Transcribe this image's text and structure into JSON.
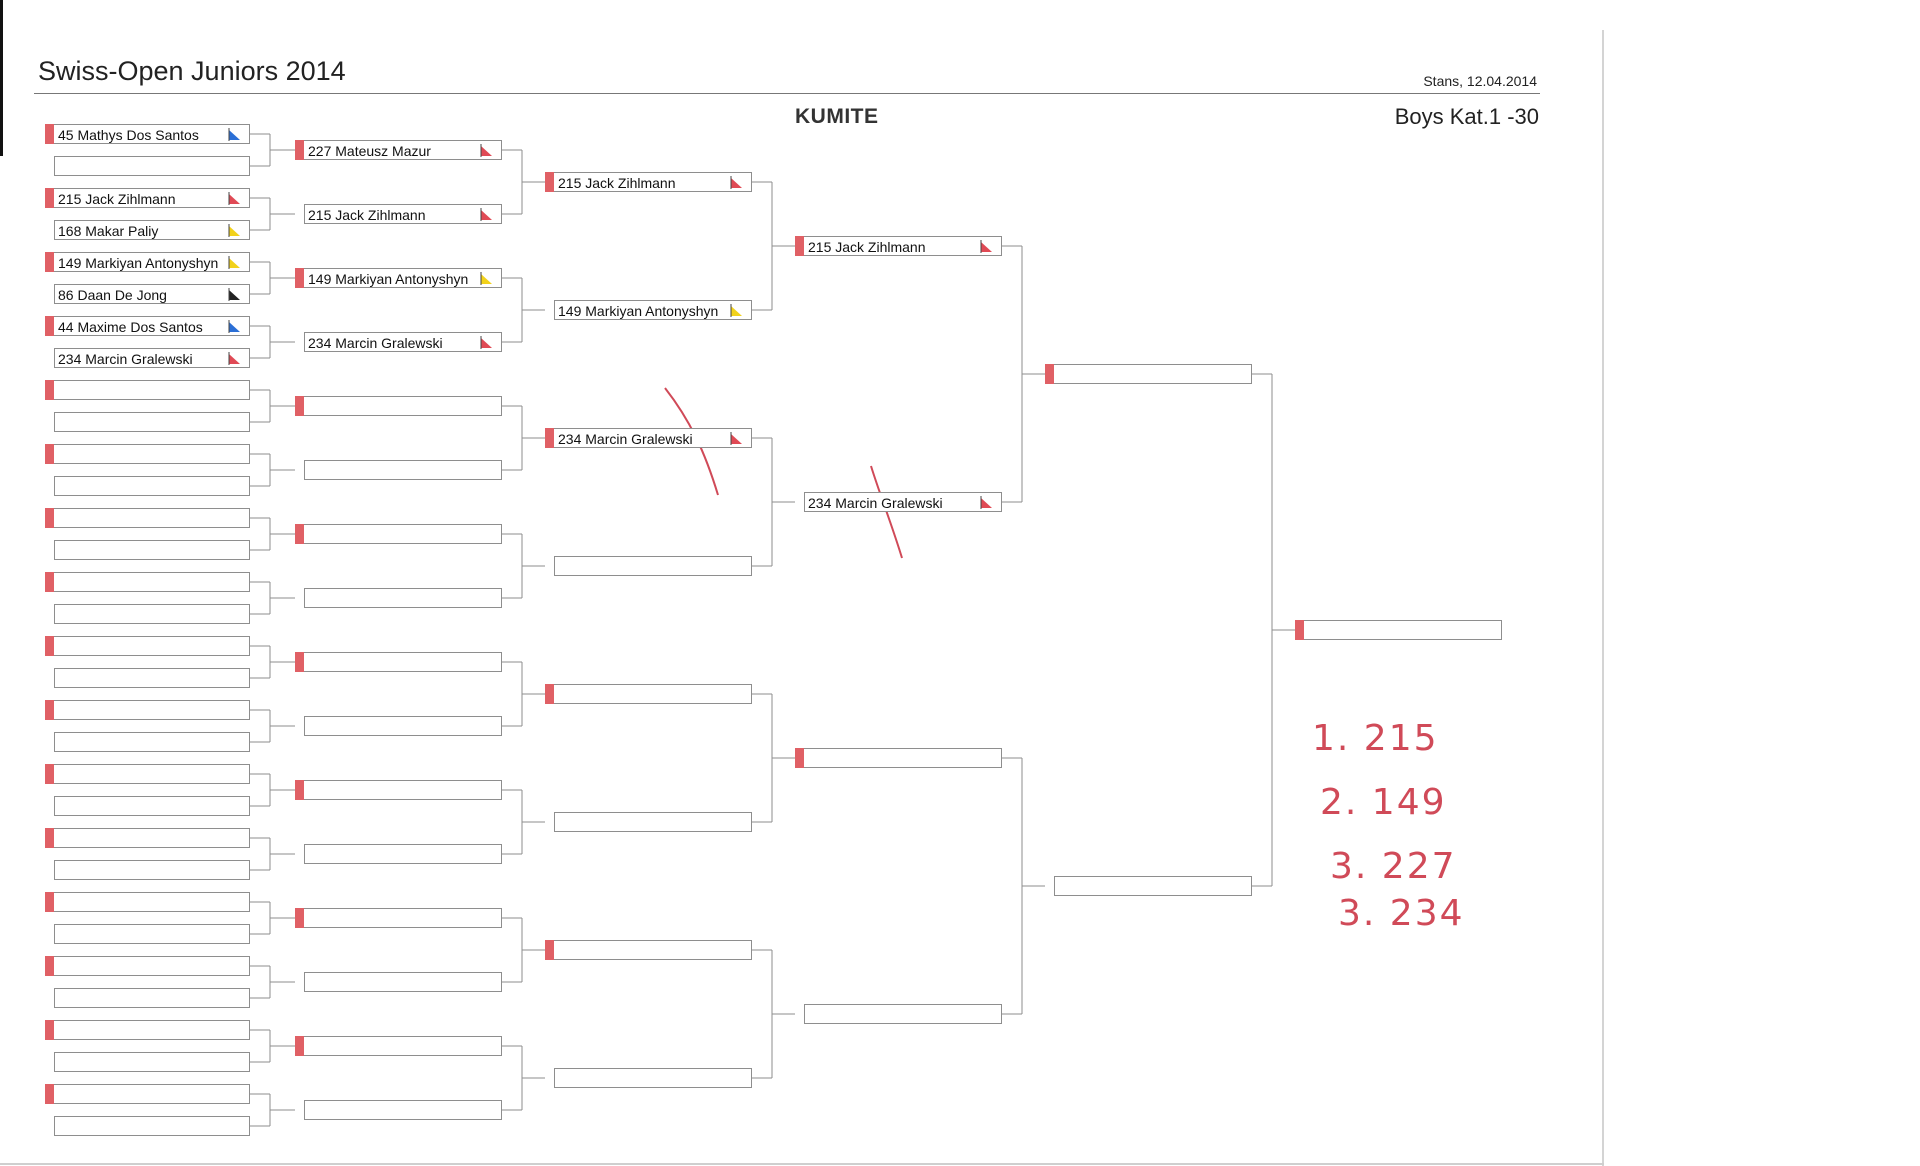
{
  "header": {
    "title": "Swiss-Open Juniors 2014",
    "place_date": "Stans, 12.04.2014",
    "discipline": "KUMITE",
    "category": "Boys Kat.1  -30"
  },
  "rounds": [
    {
      "round": 1,
      "slots": [
        {
          "name": "45 Mathys Dos Santos",
          "flag": "flag-icon-blue"
        },
        {
          "name": "",
          "flag": ""
        },
        {
          "name": "215 Jack Zihlmann",
          "flag": "flag-icon-red"
        },
        {
          "name": "168 Makar Paliy",
          "flag": "flag-icon-yellow"
        },
        {
          "name": "149 Markiyan Antonyshyn",
          "flag": "flag-icon-yellow"
        },
        {
          "name": "86 Daan De Jong",
          "flag": "flag-icon-black"
        },
        {
          "name": "44 Maxime Dos Santos",
          "flag": "flag-icon-blue"
        },
        {
          "name": "234 Marcin Gralewski",
          "flag": "flag-icon-red"
        },
        {
          "name": "",
          "flag": ""
        },
        {
          "name": "",
          "flag": ""
        },
        {
          "name": "",
          "flag": ""
        },
        {
          "name": "",
          "flag": ""
        },
        {
          "name": "",
          "flag": ""
        },
        {
          "name": "",
          "flag": ""
        },
        {
          "name": "",
          "flag": ""
        },
        {
          "name": "",
          "flag": ""
        },
        {
          "name": "",
          "flag": ""
        },
        {
          "name": "",
          "flag": ""
        },
        {
          "name": "",
          "flag": ""
        },
        {
          "name": "",
          "flag": ""
        },
        {
          "name": "",
          "flag": ""
        },
        {
          "name": "",
          "flag": ""
        },
        {
          "name": "",
          "flag": ""
        },
        {
          "name": "",
          "flag": ""
        },
        {
          "name": "",
          "flag": ""
        },
        {
          "name": "",
          "flag": ""
        },
        {
          "name": "",
          "flag": ""
        },
        {
          "name": "",
          "flag": ""
        },
        {
          "name": "",
          "flag": ""
        },
        {
          "name": "",
          "flag": ""
        },
        {
          "name": "",
          "flag": ""
        },
        {
          "name": "",
          "flag": ""
        }
      ]
    },
    {
      "round": 2,
      "slots": [
        {
          "name": "227 Mateusz Mazur",
          "flag": "flag-icon-red"
        },
        {
          "name": "215 Jack Zihlmann",
          "flag": "flag-icon-red"
        },
        {
          "name": "149 Markiyan Antonyshyn",
          "flag": "flag-icon-yellow"
        },
        {
          "name": "234 Marcin Gralewski",
          "flag": "flag-icon-red"
        },
        {
          "name": "",
          "flag": ""
        },
        {
          "name": "",
          "flag": ""
        },
        {
          "name": "",
          "flag": ""
        },
        {
          "name": "",
          "flag": ""
        },
        {
          "name": "",
          "flag": ""
        },
        {
          "name": "",
          "flag": ""
        },
        {
          "name": "",
          "flag": ""
        },
        {
          "name": "",
          "flag": ""
        },
        {
          "name": "",
          "flag": ""
        },
        {
          "name": "",
          "flag": ""
        },
        {
          "name": "",
          "flag": ""
        },
        {
          "name": "",
          "flag": ""
        }
      ]
    },
    {
      "round": 3,
      "slots": [
        {
          "name": "215 Jack Zihlmann",
          "flag": "flag-icon-red"
        },
        {
          "name": "149 Markiyan Antonyshyn",
          "flag": "flag-icon-yellow"
        },
        {
          "name": "234 Marcin Gralewski",
          "flag": "flag-icon-red"
        },
        {
          "name": "",
          "flag": ""
        },
        {
          "name": "",
          "flag": ""
        },
        {
          "name": "",
          "flag": ""
        },
        {
          "name": "",
          "flag": ""
        },
        {
          "name": "",
          "flag": ""
        }
      ]
    },
    {
      "round": 4,
      "slots": [
        {
          "name": "215 Jack Zihlmann",
          "flag": "flag-icon-red"
        },
        {
          "name": "234 Marcin Gralewski",
          "flag": "flag-icon-red"
        },
        {
          "name": "",
          "flag": ""
        },
        {
          "name": "",
          "flag": ""
        }
      ]
    },
    {
      "round": 5,
      "slots": [
        {
          "name": "",
          "flag": ""
        },
        {
          "name": "",
          "flag": ""
        }
      ]
    },
    {
      "round": 6,
      "slots": [
        {
          "name": "",
          "flag": ""
        }
      ]
    }
  ],
  "results_handwritten": [
    "1. 215",
    "2. 149",
    "3. 227",
    "3. 234"
  ],
  "colors": {
    "aka_red": "#e06065",
    "ink_red": "#d04a58",
    "line": "#8e8e8e"
  }
}
